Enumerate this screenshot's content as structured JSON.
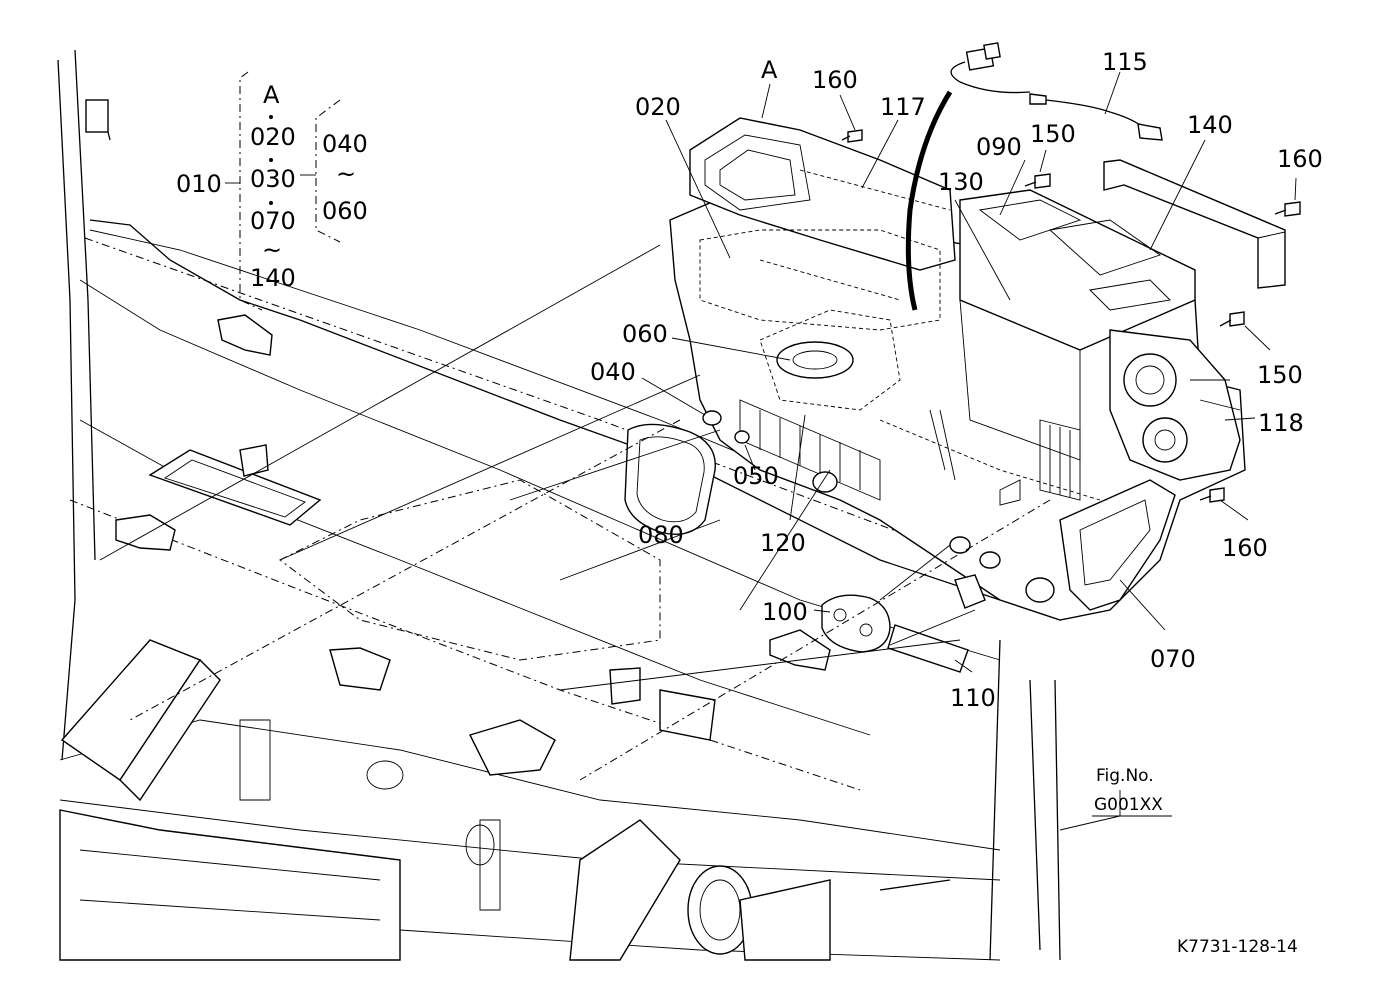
{
  "legend": {
    "top_ref": "A",
    "group_main": "010",
    "items": [
      "020",
      "030",
      "070",
      "140"
    ],
    "approx_sign": "~",
    "sub_group": [
      "040",
      "060"
    ]
  },
  "callouts": {
    "a_ref": "A",
    "c020": "020",
    "c160_top": "160",
    "c117": "117",
    "c115": "115",
    "c140": "140",
    "c160_right": "160",
    "c090": "090",
    "c150_top": "150",
    "c130": "130",
    "c060": "060",
    "c040": "040",
    "c150_right": "150",
    "c118": "118",
    "c050": "050",
    "c080": "080",
    "c120": "120",
    "c160_lower": "160",
    "c100": "100",
    "c070": "070",
    "c110": "110"
  },
  "figure": {
    "fig_label": "Fig.No.",
    "fig_number": "G001XX",
    "drawing_code": "K7731-128-14"
  }
}
